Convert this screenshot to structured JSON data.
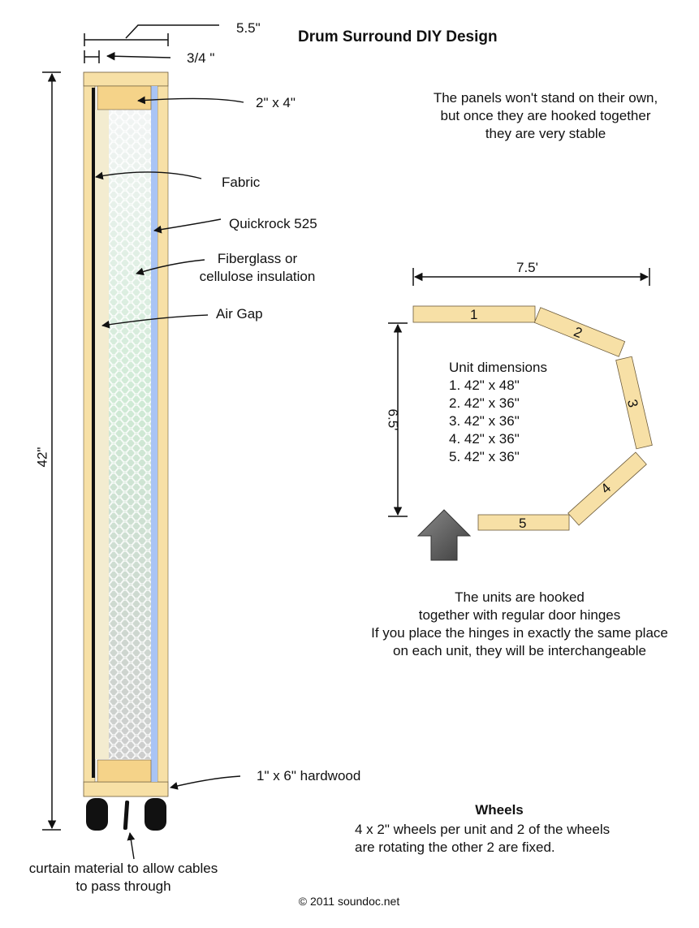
{
  "title": "Drum Surround DIY Design",
  "dimensions": {
    "panel_depth": "5.5\"",
    "board_thickness": "3/4 \"",
    "panel_height": "42\"",
    "layout_width": "7.5'",
    "layout_depth": "6.5'"
  },
  "labels": {
    "stud": "2\" x 4\"",
    "fabric": "Fabric",
    "quickrock": "Quickrock 525",
    "insulation": "Fiberglass or\ncellulose insulation",
    "air_gap": "Air Gap",
    "hardwood": "1\" x 6\" hardwood",
    "curtain": "curtain material to allow cables\nto pass through"
  },
  "notes": {
    "stability": "The panels won't stand on their own,\nbut once they are hooked together\nthey are very stable",
    "hinges": "The units are hooked\ntogether with regular door hinges\nIf you place the hinges in exactly the same place\non each unit, they will be interchangeable"
  },
  "unit_dimensions": {
    "heading": "Unit dimensions",
    "items": [
      "1. 42\" x 48\"",
      "2. 42\" x 36\"",
      "3. 42\" x 36\"",
      "4. 42\" x 36\"",
      "5. 42\" x 36\""
    ]
  },
  "panel_numbers": [
    "1",
    "2",
    "3",
    "4",
    "5"
  ],
  "wheels": {
    "heading": "Wheels",
    "text": "4 x 2\" wheels per unit and 2 of the wheels\nare rotating the other 2 are fixed."
  },
  "copyright": "© 2011 soundoc.net",
  "colors": {
    "wood": "#f7e0a6",
    "wood_edge": "#6b5a3a",
    "quickrock": "#a9c4f5",
    "insulation_top": "#eef3f3",
    "insulation_mid": "#cfe9d4",
    "insulation_bottom": "#cfcfcf",
    "arrow": "#666666"
  }
}
